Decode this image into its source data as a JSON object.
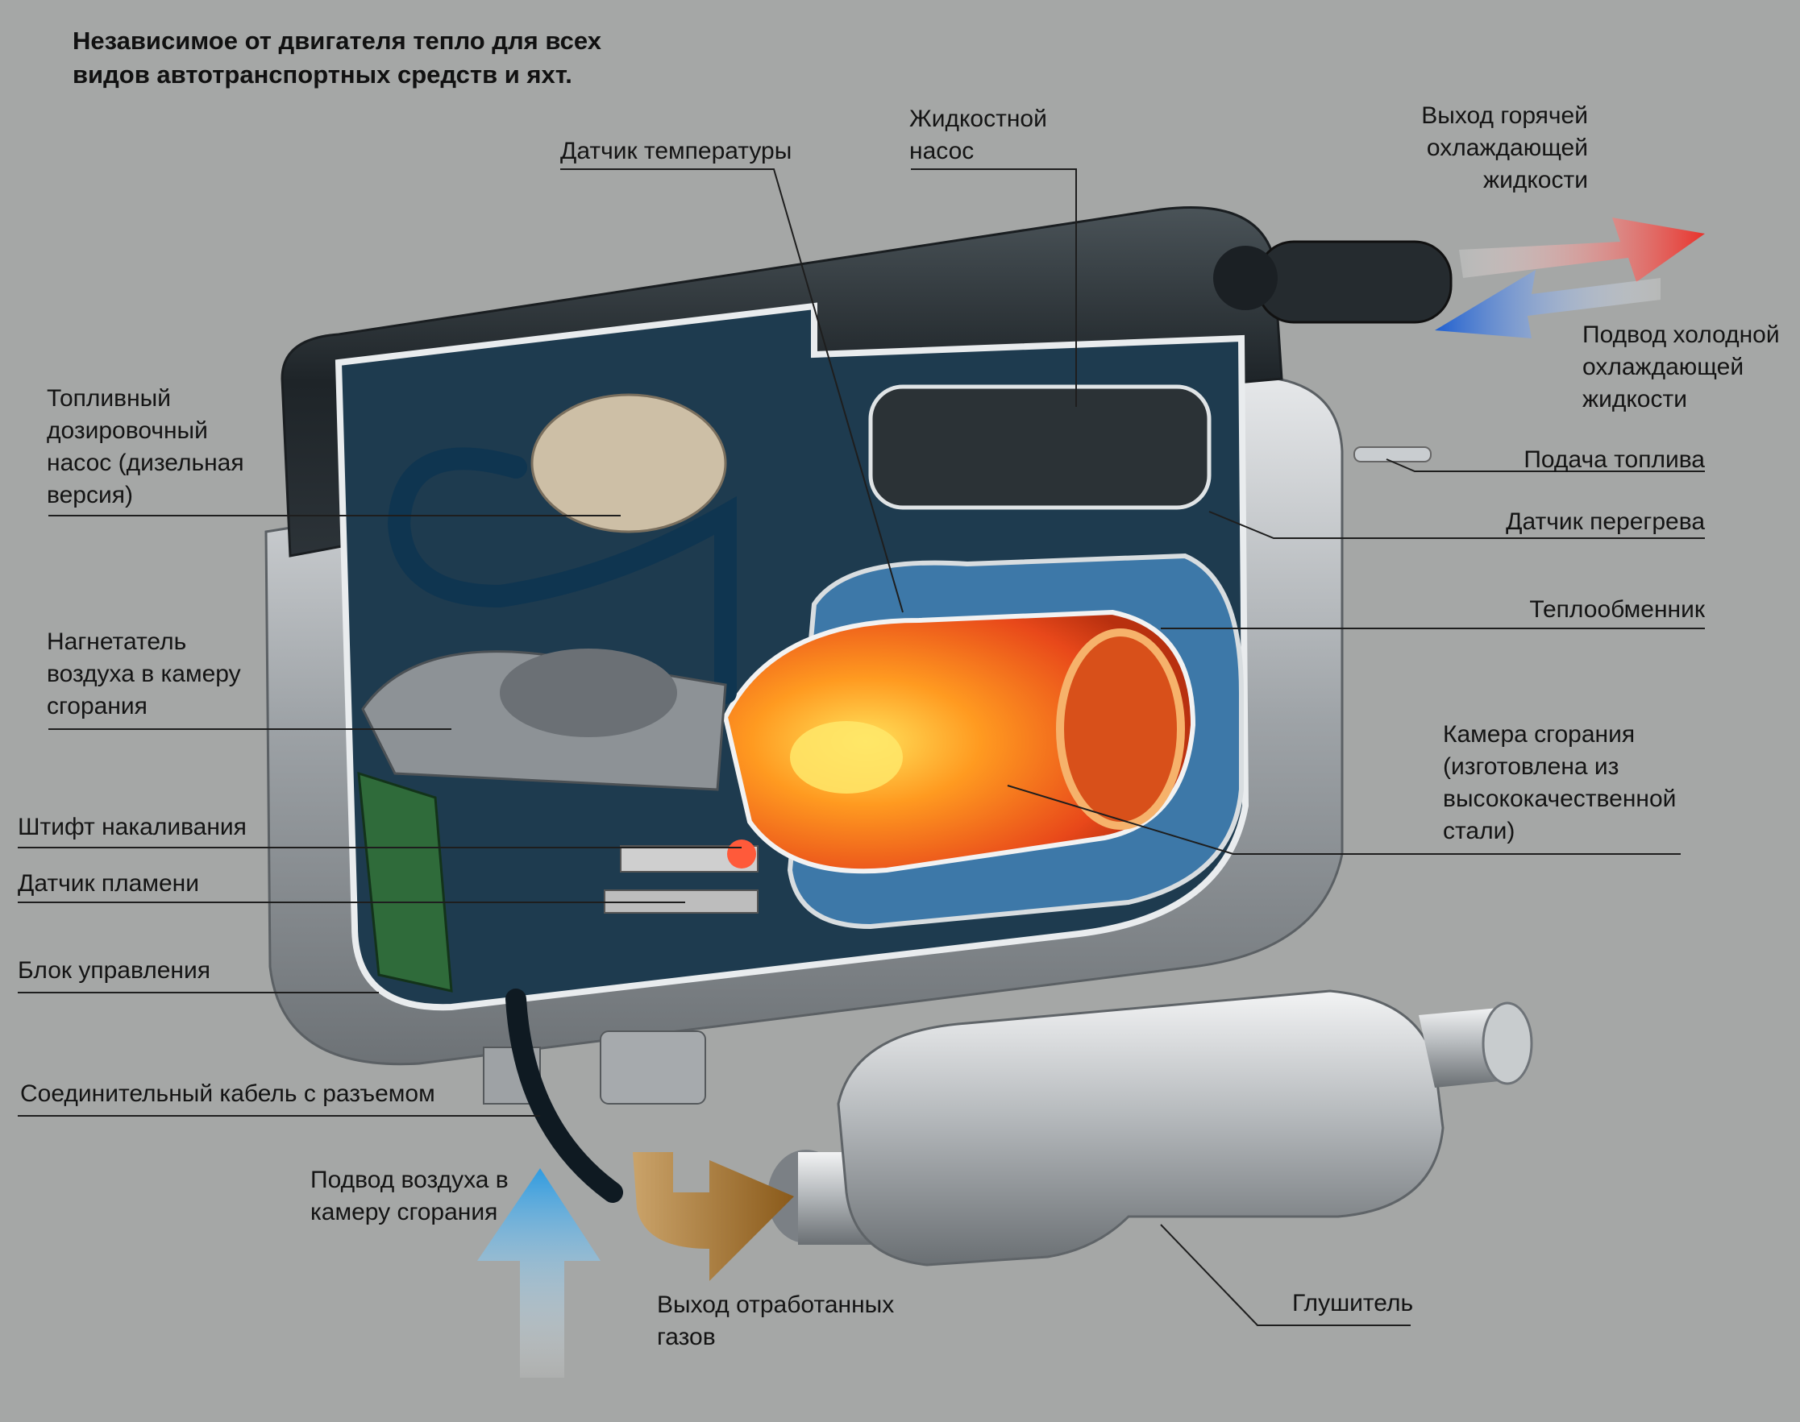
{
  "title": [
    "Независимое от двигателя тепло для всех",
    "видов автотранспортных средств и яхт."
  ],
  "labels": {
    "temp_sensor": [
      "Датчик температуры"
    ],
    "liquid_pump": [
      "Жидкостной",
      "насос"
    ],
    "hot_out": [
      "Выход горячей",
      "охлаждающей",
      "жидкости"
    ],
    "cold_in": [
      "Подвод холодной",
      "охлаждающей",
      "жидкости"
    ],
    "fuel_supply": [
      "Подача топлива"
    ],
    "overheat_sensor": [
      "Датчик перегрева"
    ],
    "heat_exchanger": [
      "Теплообменник"
    ],
    "combustion_chamber": [
      "Камера сгорания",
      "(изготовлена из",
      "высококачественной",
      "стали)"
    ],
    "fuel_pump": [
      "Топливный",
      "дозировочный",
      "насос (дизельная",
      "версия)"
    ],
    "air_blower": [
      "Нагнетатель",
      "воздуха в камеру",
      "сгорания"
    ],
    "glow_pin": [
      "Штифт накаливания"
    ],
    "flame_sensor": [
      "Датчик пламени"
    ],
    "control_unit": [
      "Блок управления"
    ],
    "cable": [
      "Соединительный кабель с разъемом"
    ],
    "air_intake": [
      "Подвод воздуха в",
      "камеру сгорания"
    ],
    "exhaust": [
      "Выход отработанных",
      "газов"
    ],
    "muffler": [
      "Глушитель"
    ]
  },
  "colors": {
    "background": "#a5a7a6",
    "hot": "#e8332c",
    "cold": "#2a6fd1",
    "air": "#3aa0e0",
    "exhaust": "#b0742a",
    "flame": "#f06a1a"
  }
}
